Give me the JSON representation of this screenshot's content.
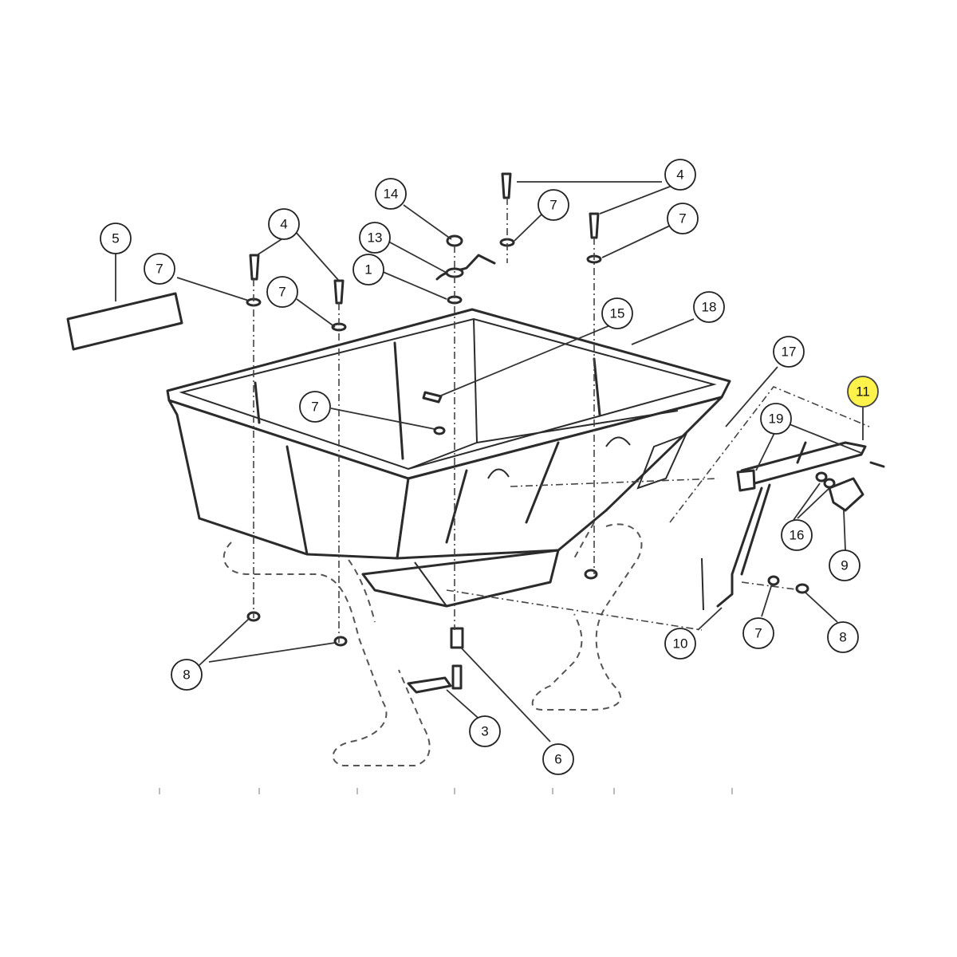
{
  "callouts": [
    {
      "label": "1",
      "highlight": false
    },
    {
      "label": "3",
      "highlight": false
    },
    {
      "label": "4",
      "highlight": false
    },
    {
      "label": "4",
      "highlight": false
    },
    {
      "label": "5",
      "highlight": false
    },
    {
      "label": "6",
      "highlight": false
    },
    {
      "label": "7",
      "highlight": false
    },
    {
      "label": "7",
      "highlight": false
    },
    {
      "label": "7",
      "highlight": false
    },
    {
      "label": "7",
      "highlight": false
    },
    {
      "label": "7",
      "highlight": false
    },
    {
      "label": "7",
      "highlight": false
    },
    {
      "label": "8",
      "highlight": false
    },
    {
      "label": "8",
      "highlight": false
    },
    {
      "label": "9",
      "highlight": false
    },
    {
      "label": "10",
      "highlight": false
    },
    {
      "label": "11",
      "highlight": true
    },
    {
      "label": "13",
      "highlight": false
    },
    {
      "label": "14",
      "highlight": false
    },
    {
      "label": "15",
      "highlight": false
    },
    {
      "label": "16",
      "highlight": false
    },
    {
      "label": "17",
      "highlight": false
    },
    {
      "label": "18",
      "highlight": false
    },
    {
      "label": "19",
      "highlight": false
    }
  ],
  "colors": {
    "highlight": "#fff24a",
    "line": "#2b2b2b",
    "background": "#ffffff"
  }
}
